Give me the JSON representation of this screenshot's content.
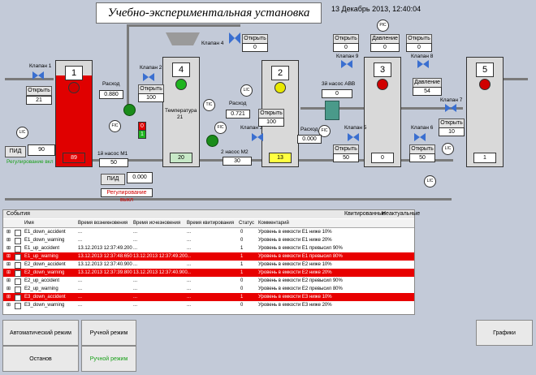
{
  "header": {
    "title": "Учебно-экспериментальная установка",
    "datetime": "13 Декабрь 2013, 12:40:04"
  },
  "tanks": [
    {
      "num": "1",
      "level": "89",
      "lamp": "#d00000",
      "fill": "#e00000"
    },
    {
      "num": "4",
      "level": "20",
      "lamp": "#1fb41f",
      "fill": "#ffffff"
    },
    {
      "num": "2",
      "level": "13",
      "lamp": "#e8e800",
      "fill": "#ffffff"
    },
    {
      "num": "3",
      "level": "0",
      "lamp": "#d00000",
      "fill": "#ffffff"
    },
    {
      "num": "5",
      "level": "1",
      "lamp": "#d00000",
      "fill": "#ffffff"
    }
  ],
  "labels": {
    "valve1": "Клапан 1",
    "valve2": "Клапан 2",
    "valve3": "Клапан 3",
    "valve4": "Клапан 4",
    "valve5": "Клапан 5",
    "valve6": "Клапан 6",
    "valve7": "Клапан 7",
    "valve8": "Клапан 8",
    "valve9": "Клапан 9",
    "open": "Открыть",
    "pressure": "Давление",
    "flow": "Расход",
    "temperature": "Температура",
    "temperature_val": "21",
    "pump1": "1й насос М1",
    "pump1_val": "50",
    "pump2": "2 насос М2",
    "pump2_val": "30",
    "valve_avv": "3й насос АВВ",
    "valve_avv_val": "0",
    "pid": "ПИД",
    "pid1_val": "90",
    "pid2_val": "0.000",
    "reg_off": "Регулирование вкл",
    "reg_off2": "Регулирование выкл",
    "v1_val": "21",
    "v2_val": "100",
    "v3_val": "100",
    "v4_val": "0",
    "v5_val": "50",
    "v6_val": "50",
    "v7_val": "10",
    "v8_val": "0",
    "v9_val": "0",
    "flow1": "0.880",
    "flow2": "0.721",
    "flow3": "0.000",
    "press1": "0",
    "press2": "54",
    "lic": "LIC",
    "fic": "FIC",
    "tic": "TIC",
    "pic": "PIC",
    "k1": "0",
    "k2": "1"
  },
  "events": {
    "title": "События",
    "right_tabs": [
      "Квитированные",
      "Неактуальные"
    ],
    "columns": [
      "Имя",
      "Время возникновения",
      "Время исчезновения",
      "Время квитирования",
      "Статус",
      "Комментарий"
    ],
    "rows": [
      {
        "name": "E1_down_accident",
        "t1": "...",
        "t2": "...",
        "t3": "...",
        "status": "0",
        "comment": "Уровень в емкости Е1 ниже 10%",
        "red": false
      },
      {
        "name": "E1_down_warning",
        "t1": "...",
        "t2": "...",
        "t3": "...",
        "status": "0",
        "comment": "Уровень в емкости Е1 ниже 20%",
        "red": false
      },
      {
        "name": "E1_up_accident",
        "t1": "13.12.2013 12:37:49.200",
        "t2": "...",
        "t3": "...",
        "status": "1",
        "comment": "Уровень в емкости Е1 превысил 90%",
        "red": false
      },
      {
        "name": "E1_up_warning",
        "t1": "13.12.2013 12:37:48.650",
        "t2": "13.12.2013 12:37:49.200",
        "t3": "...",
        "status": "1",
        "comment": "Уровень в емкости Е1 превысил 80%",
        "red": true
      },
      {
        "name": "E2_down_accident",
        "t1": "13.12.2013 12:37:40.900",
        "t2": "...",
        "t3": "...",
        "status": "1",
        "comment": "Уровень в емкости Е2 ниже 10%",
        "red": false
      },
      {
        "name": "E2_down_warning",
        "t1": "13.12.2013 12:37:39.800",
        "t2": "13.12.2013 12:37:40.900",
        "t3": "...",
        "status": "1",
        "comment": "Уровень в емкости Е2 ниже 20%",
        "red": true
      },
      {
        "name": "E2_up_accident",
        "t1": "...",
        "t2": "...",
        "t3": "...",
        "status": "0",
        "comment": "Уровень в емкости Е2 превысил 90%",
        "red": false
      },
      {
        "name": "E2_up_warning",
        "t1": "...",
        "t2": "...",
        "t3": "...",
        "status": "0",
        "comment": "Уровень в емкости Е2 превысил 80%",
        "red": false
      },
      {
        "name": "E3_down_accident",
        "t1": "...",
        "t2": "...",
        "t3": "...",
        "status": "1",
        "comment": "Уровень в емкости Е3 ниже 10%",
        "red": true
      },
      {
        "name": "E3_down_warning",
        "t1": "...",
        "t2": "...",
        "t3": "...",
        "status": "0",
        "comment": "Уровень в емкости Е3 ниже 20%",
        "red": false
      }
    ]
  },
  "modes": {
    "auto": "Автоматический режим",
    "manual": "Ручной режим",
    "stop": "Останов",
    "manual_active": "Ручной режим",
    "charts": "Графики"
  }
}
